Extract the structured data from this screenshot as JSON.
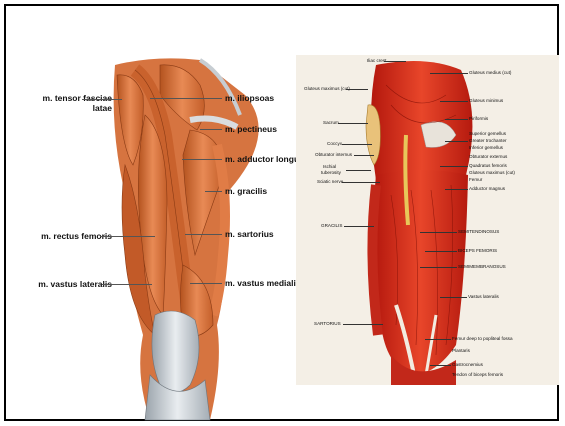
{
  "left_figure": {
    "labels_left": [
      {
        "text": "m. tensor fasciae",
        "text2": "latae"
      },
      {
        "text": "m. rectus femoris"
      },
      {
        "text": "m. vastus lateralis"
      }
    ],
    "labels_right": [
      {
        "text": "m. iliopsoas"
      },
      {
        "text": "m. pectineus"
      },
      {
        "text": "m. adductor longus"
      },
      {
        "text": "m. gracilis"
      },
      {
        "text": "m. sartorius"
      },
      {
        "text": "m. vastus medialis"
      }
    ]
  },
  "right_figure": {
    "labels_right": [
      "Gluteus medius (cut)",
      "Gluteus minimus",
      "Piriformis",
      "Superior gemellus",
      "Greater trochanter",
      "Inferior gemellus",
      "Obturator externus",
      "Quadratus femoris",
      "Gluteus maximus (cut)",
      "Femur",
      "Adductor magnus",
      "SEMITENDINOSUS",
      "BICEPS FEMORIS",
      "SEMIMEMBRANOSUS",
      "Vastus lateralis",
      "Femur deep to popliteal fossa",
      "Plantaris",
      "Gastrocnemius",
      "Tendon of biceps femoris"
    ],
    "labels_left": [
      "Iliac crest",
      "Gluteus maximus (cut)",
      "Sacrum",
      "Coccyx",
      "Obturator internus",
      "Ischial",
      "tuberosity",
      "Sciatic nerve",
      "GRACILIS",
      "SARTORIUS"
    ]
  }
}
